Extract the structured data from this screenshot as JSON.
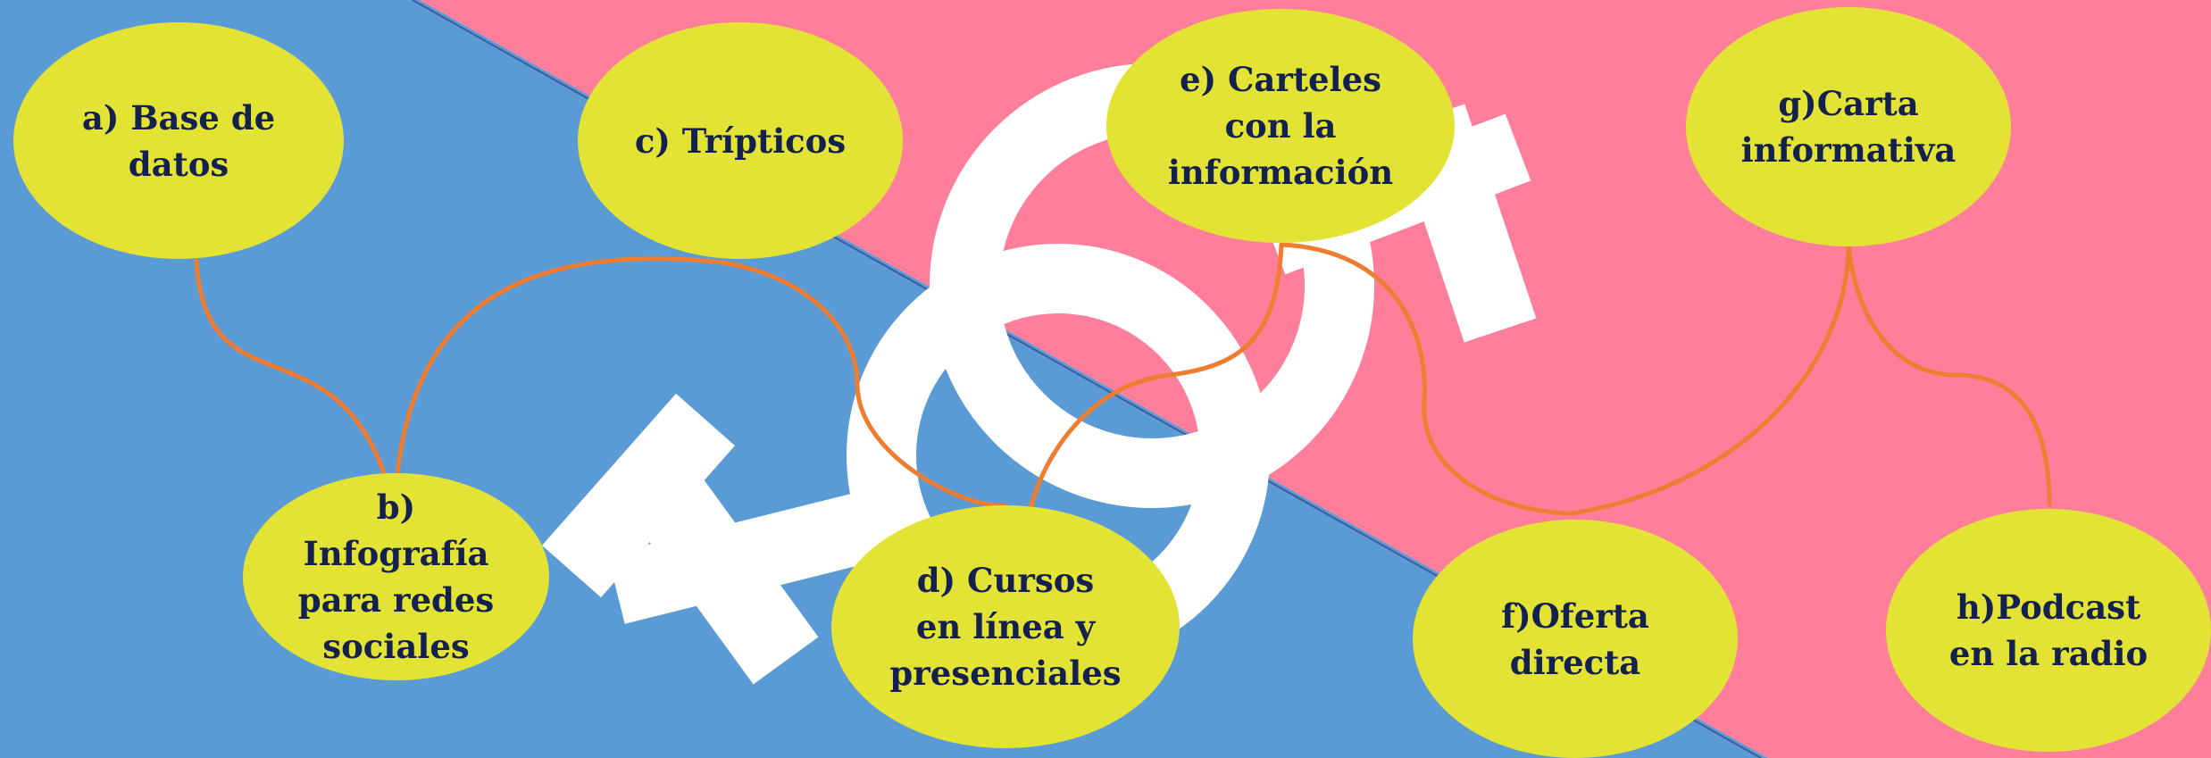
{
  "colors": {
    "blue_region": "#5b9bd5",
    "pink_region": "#ff7f9b",
    "node_fill": "#e2e335",
    "node_text": "#14214f",
    "connector": "#ee7d31",
    "symbol": "#ffffff",
    "divider": "#3f5a9a"
  },
  "background_symbol": "gender-symbol-icon",
  "nodes": {
    "a": "a) Base de\ndatos",
    "b": "b)\nInfografía\npara redes\nsociales",
    "c": "c) Trípticos",
    "d": "d) Cursos\nen línea y\npresenciales",
    "e": "e) Carteles\ncon la\ninformación",
    "f": "f)Oferta\ndirecta",
    "g": "g)Carta\ninformativa",
    "h": "h)Podcast\nen la radio"
  },
  "connections": [
    [
      "a",
      "b"
    ],
    [
      "c",
      "b"
    ],
    [
      "c",
      "d"
    ],
    [
      "e",
      "d"
    ],
    [
      "e",
      "f"
    ],
    [
      "g",
      "f"
    ],
    [
      "g",
      "h"
    ]
  ]
}
